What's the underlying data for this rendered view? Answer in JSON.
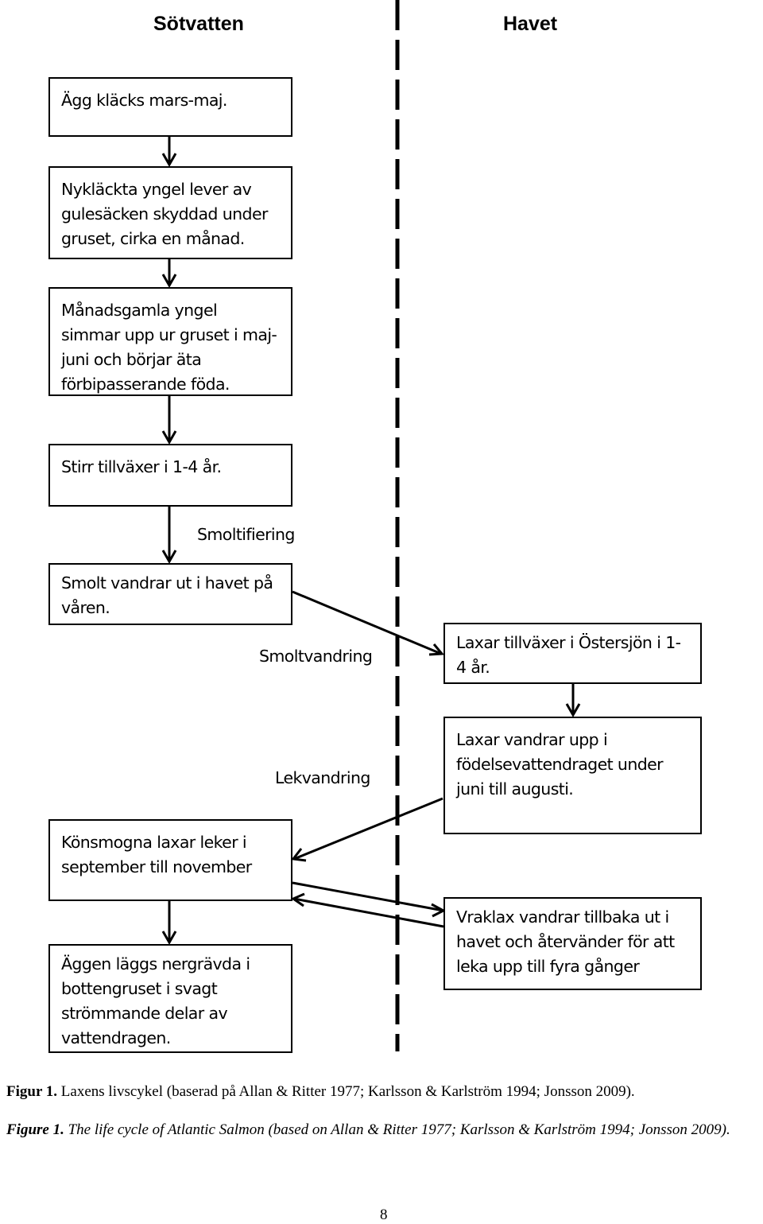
{
  "headings": {
    "left": "Sötvatten",
    "right": "Havet"
  },
  "boxes": {
    "egg": "Ägg kläcks mars-maj.",
    "yngel_new": "Nykläckta yngel lever av gulesäcken skyddad under gruset, cirka en månad.",
    "yngel_month": "Månadsgamla yngel simmar upp ur gruset i maj-juni och börjar äta förbipasserande föda.",
    "stirr": "Stirr tillväxer i 1-4 år.",
    "smolt": "Smolt vandrar ut i havet på våren.",
    "laxar_growth": "Laxar tillväxer i Östersjön i 1-4 år.",
    "laxar_return": "Laxar vandrar upp i födelsevattendraget under juni till augusti.",
    "spawn": "Könsmogna laxar leker i september till november",
    "eggs_laid": "Äggen läggs nergrävda i bottengruset i svagt strömmande delar av vattendragen.",
    "vraklax": "Vraklax vandrar tillbaka ut i havet och återvänder för att leka upp till fyra gånger"
  },
  "labels": {
    "smoltifiering": "Smoltifiering",
    "smoltvandring": "Smoltvandring",
    "lekvandring": "Lekvandring"
  },
  "caption": {
    "sv_prefix": "Figur 1.",
    "sv_text": " Laxens livscykel (baserad på Allan & Ritter 1977; Karlsson & Karlström 1994; Jonsson 2009).",
    "en_prefix": "Figure 1.",
    "en_text": " The life cycle of Atlantic Salmon (based on Allan & Ritter 1977; Karlsson & Karlström 1994; Jonsson 2009)."
  },
  "page_number": "8"
}
